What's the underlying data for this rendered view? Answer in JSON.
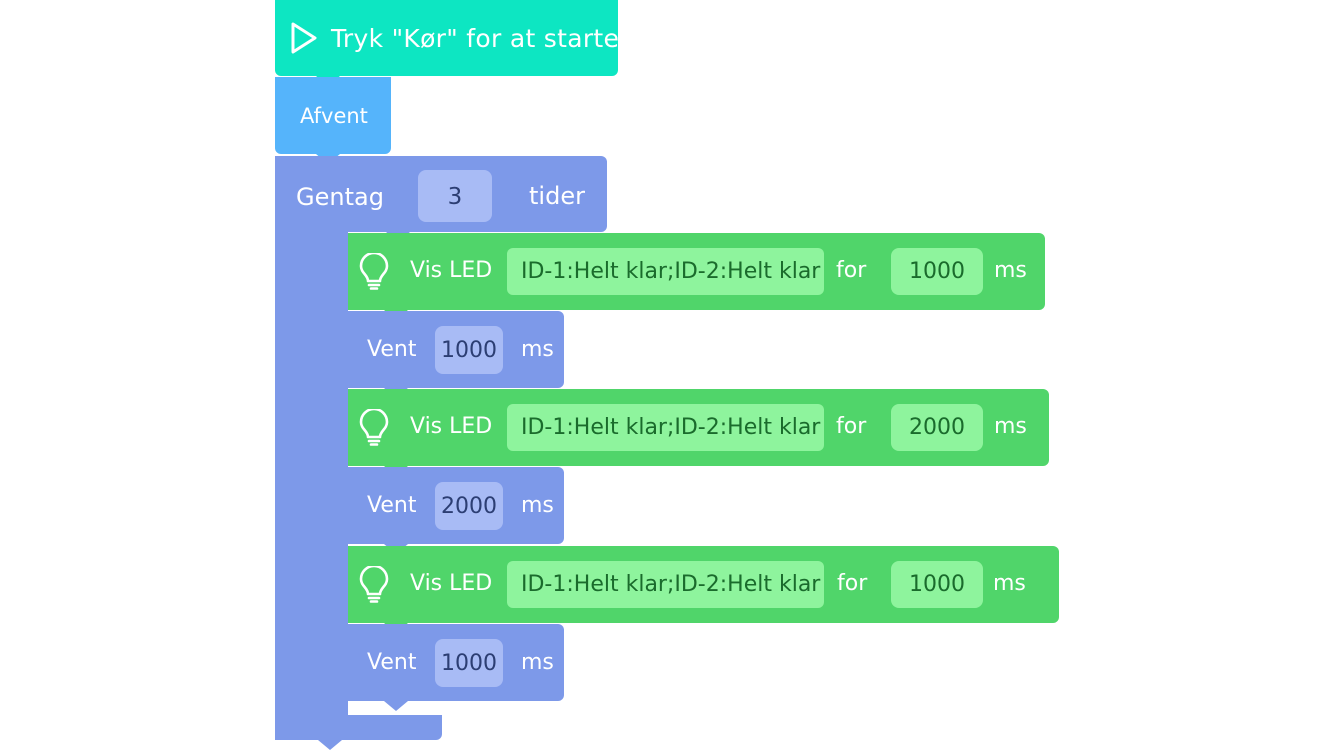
{
  "start_block": {
    "label": "Tryk \"Kør\" for at starte",
    "icon": "play-icon",
    "color": "#0de6c2"
  },
  "await_block": {
    "label": "Afvent",
    "color": "#55b4fb"
  },
  "repeat_block": {
    "label": "Gentag",
    "count": "3",
    "suffix": "tider",
    "color": "#7d99e9"
  },
  "steps": [
    {
      "type": "led",
      "label": "Vis LED",
      "value": "ID-1:Helt klar;ID-2:Helt klar",
      "for_label": "for",
      "duration": "1000",
      "unit": "ms",
      "icon": "light-bulb-icon"
    },
    {
      "type": "wait",
      "label": "Vent",
      "duration": "1000",
      "unit": "ms"
    },
    {
      "type": "led",
      "label": "Vis LED",
      "value": "ID-1:Helt klar;ID-2:Helt klar",
      "for_label": "for",
      "duration": "2000",
      "unit": "ms",
      "icon": "light-bulb-icon"
    },
    {
      "type": "wait",
      "label": "Vent",
      "duration": "2000",
      "unit": "ms"
    },
    {
      "type": "led",
      "label": "Vis LED",
      "value": "ID-1:Helt klar;ID-2:Helt klar",
      "for_label": "for",
      "duration": "1000",
      "unit": "ms",
      "icon": "light-bulb-icon"
    },
    {
      "type": "wait",
      "label": "Vent",
      "duration": "1000",
      "unit": "ms"
    }
  ],
  "colors": {
    "led": "#50d56a",
    "led_slot": "#8ef49d",
    "wait": "#7d99e9",
    "wait_slot": "#a8bbf5"
  }
}
